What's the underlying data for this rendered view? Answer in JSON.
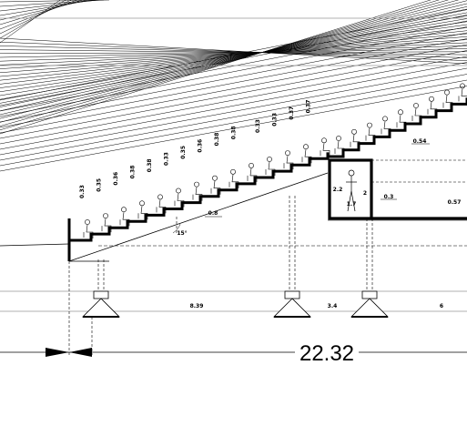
{
  "drawing": {
    "overall_dimension": "22.32",
    "dimensions": {
      "span_1": "8.39",
      "span_2": "3.4",
      "span_3": "6",
      "step_tread": "0.8",
      "rake_angle": "15°",
      "top_step": "0.54",
      "room_height_left": "2.2",
      "room_height_right": "2",
      "person_height": "1.7",
      "room_gap": "0.3",
      "right_slab": "0.57"
    },
    "row_heights": [
      "0.33",
      "0.35",
      "0.36",
      "0.38",
      "0.38",
      "0.33",
      "0.35",
      "0.36",
      "0.38",
      "0.38",
      "0.33",
      "0.33",
      "0.37",
      "0.37"
    ]
  }
}
